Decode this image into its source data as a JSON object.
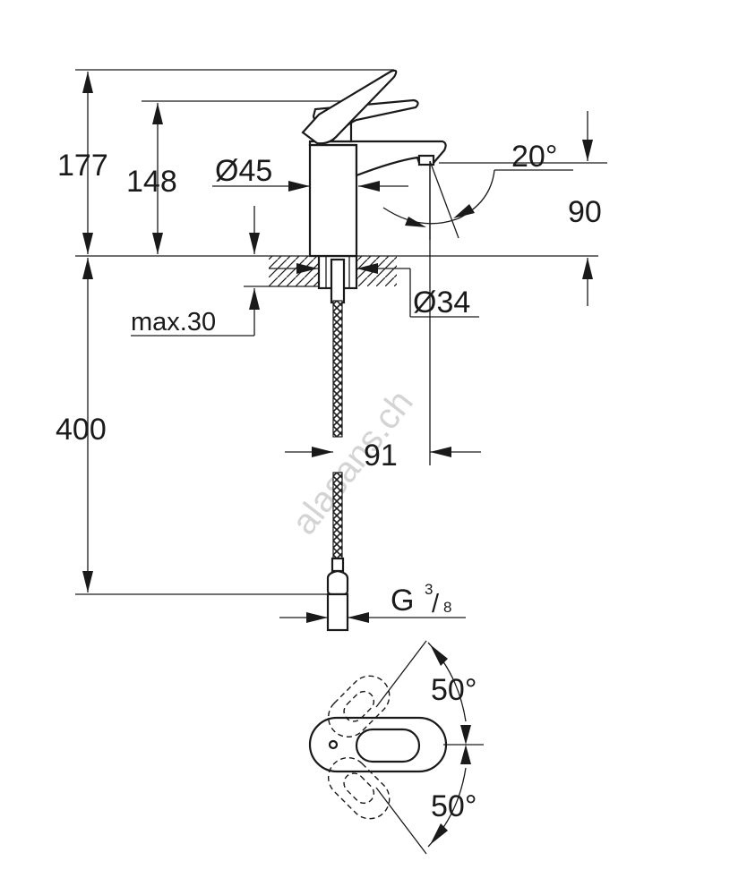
{
  "watermark": "alasans.ch",
  "side_view": {
    "height_total": "177",
    "height_spout": "148",
    "body_diameter": "Ø45",
    "spout_angle": "20°",
    "spout_projection_height": "90",
    "deck_hole_diameter": "Ø34",
    "max_deck_thickness": "max.30",
    "hose_length": "400",
    "spout_reach": "91",
    "connection_thread_prefix": "G",
    "connection_thread_numerator": "3",
    "connection_thread_denominator": "8"
  },
  "top_view": {
    "lever_rotation_up": "50°",
    "lever_rotation_down": "50°"
  }
}
